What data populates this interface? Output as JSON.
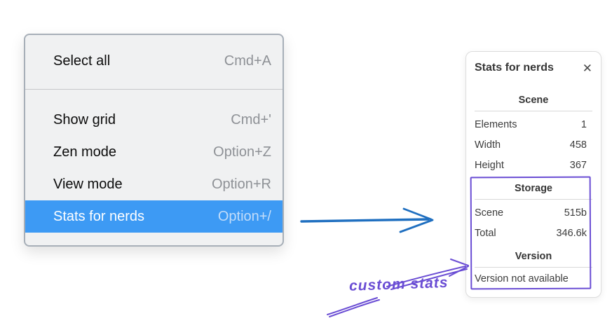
{
  "colors": {
    "menu_background": "#f0f1f2",
    "menu_border": "#a7afb8",
    "highlight_blue": "#3d9af4",
    "shortcut_gray": "#8e9196",
    "panel_border": "#dcdcdc",
    "panel_text": "#3c3c3c",
    "annotation_purple": "#6a4dd4",
    "arrow_blue": "#1f6fc0"
  },
  "menu": {
    "sections": [
      {
        "items": [
          {
            "label": "Select all",
            "shortcut": "Cmd+A",
            "highlighted": false
          }
        ]
      },
      {
        "items": [
          {
            "label": "Show grid",
            "shortcut": "Cmd+'",
            "highlighted": false
          },
          {
            "label": "Zen mode",
            "shortcut": "Option+Z",
            "highlighted": false
          },
          {
            "label": "View mode",
            "shortcut": "Option+R",
            "highlighted": false
          },
          {
            "label": "Stats for nerds",
            "shortcut": "Option+/",
            "highlighted": true
          }
        ]
      }
    ]
  },
  "stats_panel": {
    "title": "Stats for nerds",
    "close_glyph": "✕",
    "scene": {
      "heading": "Scene",
      "rows": [
        {
          "label": "Elements",
          "value": "1"
        },
        {
          "label": "Width",
          "value": "458"
        },
        {
          "label": "Height",
          "value": "367"
        }
      ]
    },
    "storage": {
      "heading": "Storage",
      "rows": [
        {
          "label": "Scene",
          "value": "515b"
        },
        {
          "label": "Total",
          "value": "346.6k"
        }
      ]
    },
    "version": {
      "heading": "Version",
      "note": "Version not available"
    }
  },
  "annotation": {
    "label": "custom stats"
  }
}
